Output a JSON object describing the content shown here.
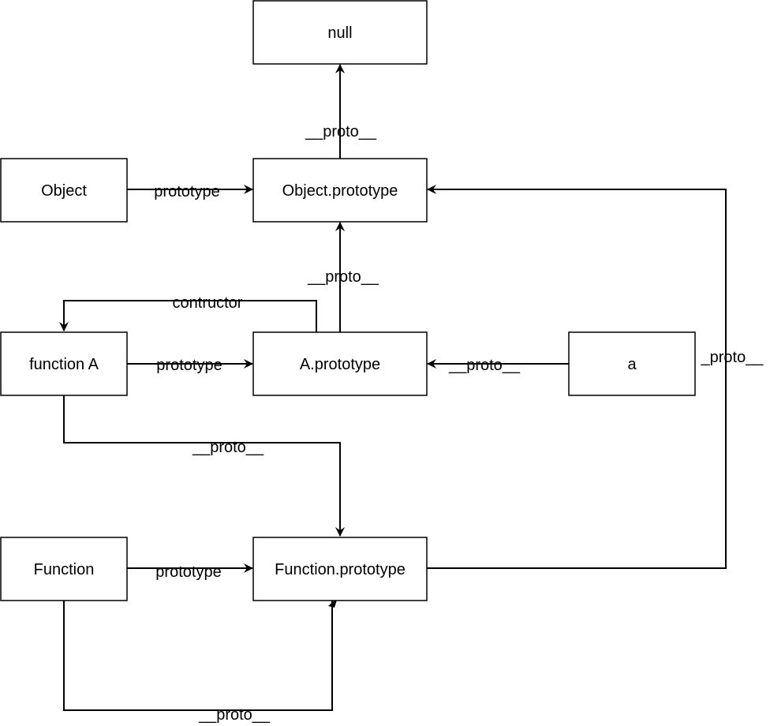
{
  "diagram": {
    "nodes": {
      "null_node": "null",
      "object": "Object",
      "object_prototype": "Object.prototype",
      "function_a": "function A",
      "a_prototype": "A.prototype",
      "a_instance": "a",
      "function_ctor": "Function",
      "function_prototype": "Function.prototype"
    },
    "edges": {
      "objproto_to_null": "__proto__",
      "object_to_objproto": "prototype",
      "aproto_to_objproto": "__proto__",
      "aproto_to_functiona": "contructor",
      "functiona_to_aproto": "prototype",
      "a_to_aproto": "__proto__",
      "a_to_objproto": "_proto__",
      "functiona_to_funcproto": "__proto__",
      "function_to_funcproto": "prototype",
      "function_to_funcproto_proto": "__proto__"
    }
  }
}
